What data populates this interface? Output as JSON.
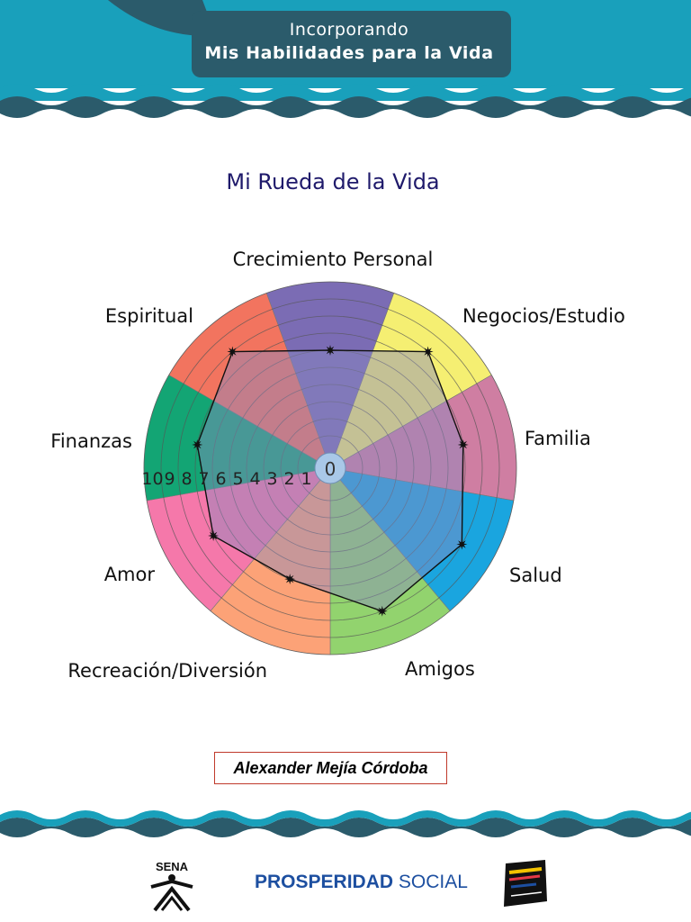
{
  "header": {
    "line1": "Incorporando",
    "line2": "Mis Habilidades para la Vida"
  },
  "chart_data": {
    "type": "radar",
    "title": "Mi Rueda de la Vida",
    "categories": [
      "Crecimiento Personal",
      "Negocios/Estudio",
      "Familia",
      "Salud",
      "Amigos",
      "Recreación/Diversión",
      "Amor",
      "Finanzas",
      "Espiritual"
    ],
    "values": [
      6,
      8,
      7,
      8,
      8,
      6,
      7,
      7,
      8
    ],
    "scale_labels": [
      "10",
      "9",
      "8",
      "7",
      "6",
      "5",
      "4",
      "3",
      "2",
      "1"
    ],
    "center_label": "0",
    "ylim": [
      0,
      10
    ],
    "sector_colors": [
      "#7b6cb4",
      "#f5ef72",
      "#cf7ea2",
      "#1aa5df",
      "#92d36e",
      "#fca277",
      "#f578aa",
      "#13a574",
      "#f2745f"
    ],
    "grid": true
  },
  "author": "Alexander Mejía Córdoba",
  "logos": {
    "sena": "SENA",
    "prosperidad_bold": "PROSPERIDAD",
    "prosperidad_light": "SOCIAL"
  },
  "colors": {
    "teal": "#19a0bb",
    "navy_wave": "#2b5b6b",
    "title": "#1f1a6b"
  }
}
